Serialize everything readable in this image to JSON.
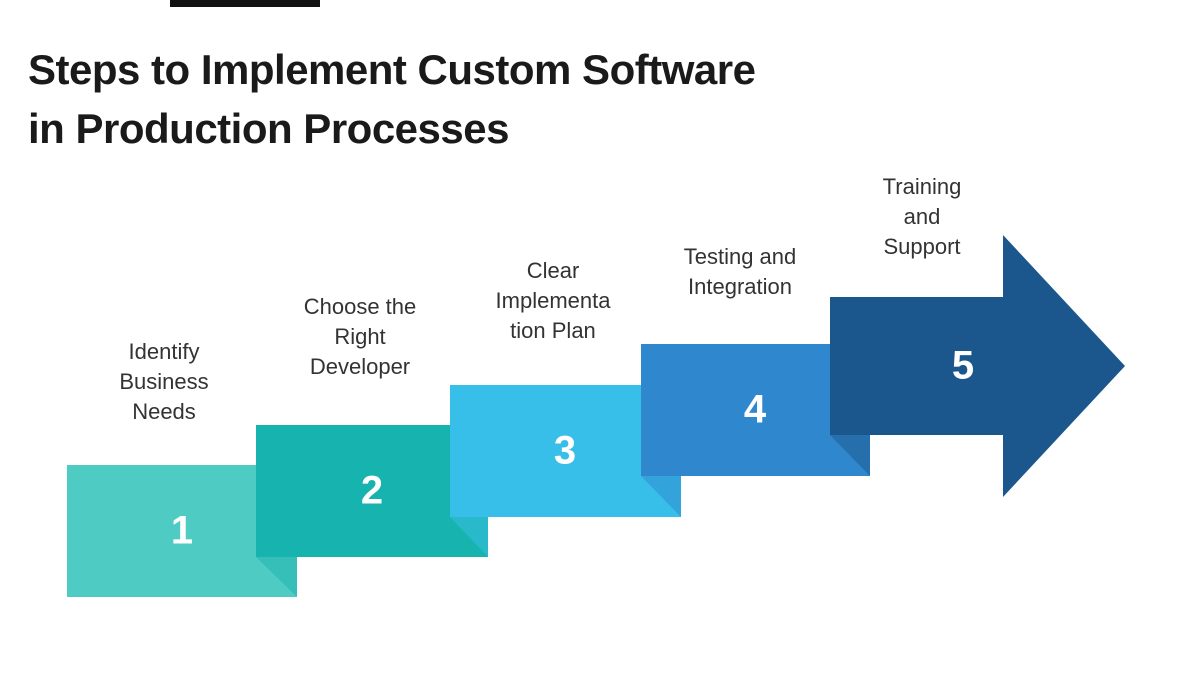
{
  "page": {
    "background": "#ffffff"
  },
  "decoration": {
    "top_bar_color": "#111111"
  },
  "title": {
    "text": "Steps to Implement Custom Software\nin Production Processes",
    "color": "#1a1a1a"
  },
  "label_color": "#333333",
  "number_color": "#ffffff",
  "steps": [
    {
      "number": "1",
      "label": "Identify\nBusiness\nNeeds",
      "color": "#4ECCC4",
      "fold_color": "#35BFB8"
    },
    {
      "number": "2",
      "label": "Choose the\nRight\nDeveloper",
      "color": "#17B3AE",
      "fold_color": "#28B9CB"
    },
    {
      "number": "3",
      "label": "Clear\nImplementa\ntion Plan",
      "color": "#38BFE9",
      "fold_color": "#33A3DB"
    },
    {
      "number": "4",
      "label": "Testing and\nIntegration",
      "color": "#2F87CE",
      "fold_color": "#256FAD"
    },
    {
      "number": "5",
      "label": "Training\nand\nSupport",
      "color": "#1B578C",
      "fold_color": null
    }
  ]
}
